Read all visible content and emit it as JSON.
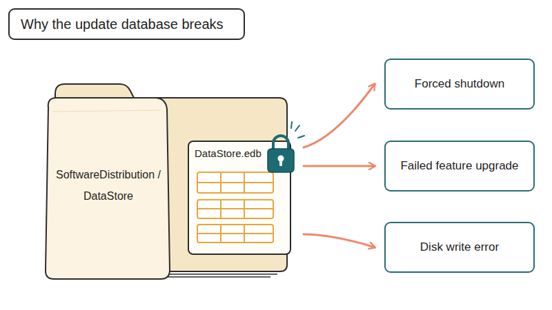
{
  "diagram": {
    "title": "Why the update database breaks",
    "nodes": [
      {
        "text": [
          "SoftwareDistribution / DataStore"
        ]
      },
      {
        "text": [
          "DataStore.edb"
        ],
        "in": 0
      },
      {
        "text": [
          "Forced shutdown"
        ]
      },
      {
        "text": [
          "Failed feature upgrade"
        ]
      },
      {
        "text": [
          "Disk write error"
        ]
      }
    ],
    "edges": [
      {
        "from": 1,
        "to": 2,
        "arrow": "to"
      },
      {
        "from": 1,
        "to": 3,
        "arrow": "to"
      },
      {
        "from": 1,
        "to": 4,
        "arrow": "to"
      }
    ]
  }
}
